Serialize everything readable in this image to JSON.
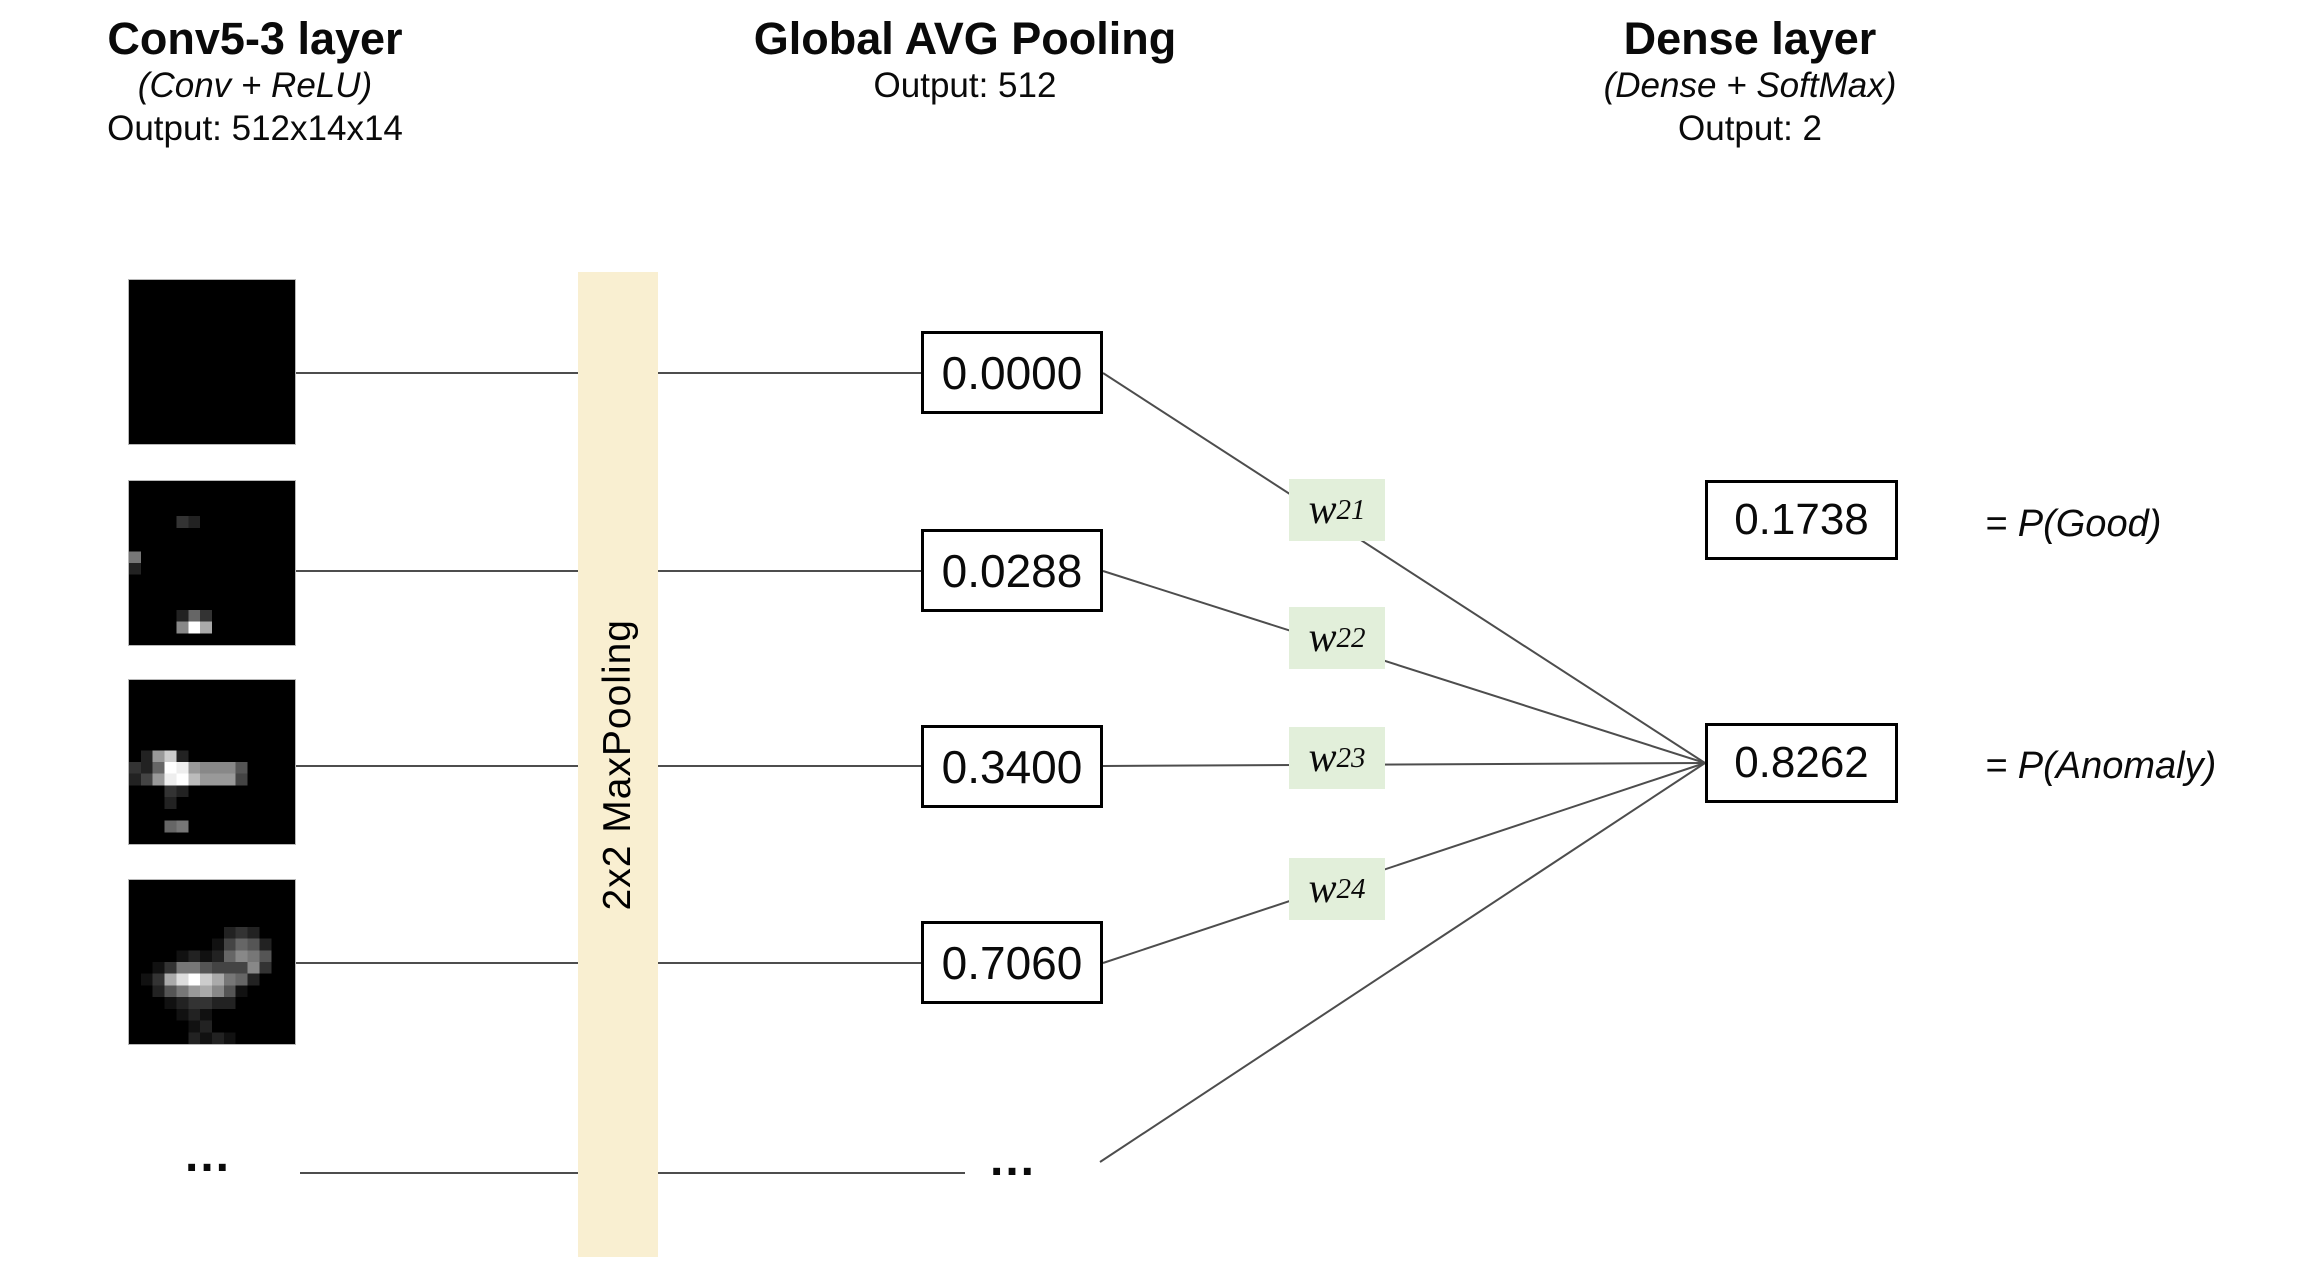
{
  "diagram": {
    "conv": {
      "title": "Conv5-3 layer",
      "subtitle": "(Conv + ReLU)",
      "output": "Output: 512x14x14"
    },
    "pool": {
      "title": "Global AVG Pooling",
      "output": "Output: 512"
    },
    "dense": {
      "title": "Dense layer",
      "subtitle": "(Dense + SoftMax)",
      "output": "Output: 2"
    },
    "maxpool_label": "2x2 MaxPooling",
    "activations": [
      "0.0000",
      "0.0288",
      "0.3400",
      "0.7060"
    ],
    "weights": [
      {
        "base": "w",
        "sub": "21"
      },
      {
        "base": "w",
        "sub": "22"
      },
      {
        "base": "w",
        "sub": "23"
      },
      {
        "base": "w",
        "sub": "24"
      }
    ],
    "outputs": [
      {
        "value": "0.1738",
        "label": "= P(Good)"
      },
      {
        "value": "0.8262",
        "label": "= P(Anomaly)"
      }
    ],
    "ellipsis": "...",
    "colors": {
      "maxpool_bar": "#F9EFD1",
      "weight_bg": "#E2EFDA",
      "line": "#4d4d4d",
      "feature_map_bg": "#000000"
    },
    "feature_maps": [
      [
        "00000000000000",
        "00000000000000",
        "00000000000000",
        "00000000000000",
        "00000000000000",
        "00000000000000",
        "00000000000000",
        "00000000000000",
        "00000000000000",
        "00000000000000",
        "00000000000000",
        "00000000000000",
        "00000000000000",
        "00000000000000"
      ],
      [
        "00000000000000",
        "00000000000000",
        "00000000000000",
        "00003200000000",
        "00000000000000",
        "00000000000000",
        "70000000000000",
        "20000000000000",
        "00000000000000",
        "00000000000000",
        "00000000000000",
        "00002630000000",
        "00008fa0000000",
        "00000000000000"
      ],
      [
        "00000000000000",
        "00000000000000",
        "00000000000000",
        "00000000000000",
        "00000000000000",
        "00000000000000",
        "029c2000000000",
        "326fe988850000",
        "249efb99940000",
        "00032000000000",
        "00020000000000",
        "00000000000000",
        "00067000000000",
        "00000000000000"
      ],
      [
        "00000000000000",
        "00000000000000",
        "00000000000000",
        "00000000000000",
        "00000000232000",
        "00000001465200",
        "00001212687500",
        "00137754448300",
        "013adfca762000",
        "002579a8510000",
        "00012332200000",
        "00001210000000",
        "00000120000000",
        "00000212100000"
      ]
    ]
  }
}
